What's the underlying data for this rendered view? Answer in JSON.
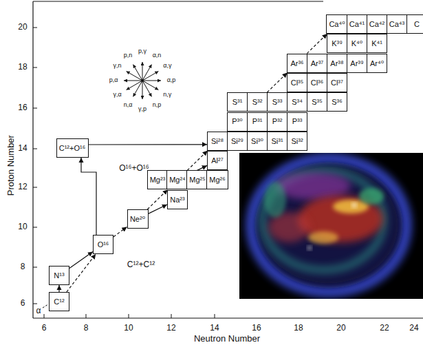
{
  "diagram": {
    "nodes": [
      {
        "text": [
          "Ca⁴⁰"
        ]
      },
      {
        "text": [
          "Ca⁴¹"
        ]
      },
      {
        "text": [
          "Ca⁴²"
        ]
      },
      {
        "text": [
          "Ca⁴³"
        ]
      },
      {
        "text": [
          "C"
        ]
      },
      {
        "text": [
          "K³⁹"
        ]
      },
      {
        "text": [
          "K⁴⁰"
        ]
      },
      {
        "text": [
          "K⁴¹"
        ]
      },
      {
        "text": [
          "Ar³⁶"
        ]
      },
      {
        "text": [
          "Ar³⁷"
        ]
      },
      {
        "text": [
          "Ar³⁸"
        ]
      },
      {
        "text": [
          "Ar³⁹"
        ]
      },
      {
        "text": [
          "Ar⁴⁰"
        ]
      },
      {
        "text": [
          "Cl³⁵"
        ]
      },
      {
        "text": [
          "Cl³⁶"
        ]
      },
      {
        "text": [
          "Cl³⁷"
        ]
      },
      {
        "text": [
          "S³¹"
        ]
      },
      {
        "text": [
          "S³²"
        ]
      },
      {
        "text": [
          "S³³"
        ]
      },
      {
        "text": [
          "S³⁴"
        ]
      },
      {
        "text": [
          "S³⁵"
        ]
      },
      {
        "text": [
          "S³⁶"
        ]
      },
      {
        "text": [
          "P³⁰"
        ]
      },
      {
        "text": [
          "P³¹"
        ]
      },
      {
        "text": [
          "P³²"
        ]
      },
      {
        "text": [
          "P³³"
        ]
      },
      {
        "text": [
          "Si²⁸"
        ]
      },
      {
        "text": [
          "Si²⁹"
        ]
      },
      {
        "text": [
          "Si³⁰"
        ]
      },
      {
        "text": [
          "Si³¹"
        ]
      },
      {
        "text": [
          "Si³²"
        ]
      },
      {
        "text": [
          "C¹²+O¹⁶"
        ]
      },
      {
        "text": [
          "Al²⁷"
        ]
      },
      {
        "text": [
          "Mg²³"
        ]
      },
      {
        "text": [
          "Mg²⁴"
        ]
      },
      {
        "text": [
          "Mg²⁵"
        ]
      },
      {
        "text": [
          "Mg²⁶"
        ]
      },
      {
        "text": [
          "Na²³"
        ]
      },
      {
        "text": [
          "Ne²⁰"
        ]
      },
      {
        "text": [
          "O¹⁶"
        ]
      },
      {
        "text": [
          "N¹³"
        ]
      },
      {
        "text": [
          "C¹²"
        ]
      }
    ],
    "edges": [
      {
        "from": 41,
        "to": 40,
        "arrow": "to"
      },
      {
        "from": 41,
        "to": 39,
        "arrow": "to"
      },
      {
        "from": 40,
        "to": 39,
        "arrow": "to"
      },
      {
        "from": 39,
        "to": 38,
        "arrow": "to"
      },
      {
        "from": 38,
        "to": 37,
        "arrow": "to"
      },
      {
        "from": 38,
        "to": 34,
        "arrow": "to"
      },
      {
        "from": 34,
        "to": 32,
        "arrow": "to"
      },
      {
        "from": 34,
        "to": 26,
        "arrow": "to"
      },
      {
        "from": 17,
        "to": 8,
        "arrow": "to"
      },
      {
        "from": 8,
        "to": 0,
        "arrow": "to"
      },
      {
        "from": 39,
        "to": 31,
        "arrow": "to"
      },
      {
        "from": 31,
        "to": 26,
        "arrow": "to"
      }
    ],
    "labels": [
      "6",
      "8",
      "10",
      "12",
      "14",
      "16",
      "18",
      "20",
      "22",
      "24",
      "6",
      "8",
      "10",
      "12",
      "14",
      "16",
      "18",
      "20",
      "Proton Number",
      "Neutron Number",
      "α",
      "O¹⁶+O¹⁶",
      "C¹²+C¹²",
      "α,p",
      "α,γ",
      "α,n",
      "p,γ",
      "p,n",
      "γ,n",
      "p,α",
      "γ,α",
      "n,α",
      "γ,p",
      "n,p",
      "n,γ"
    ]
  }
}
